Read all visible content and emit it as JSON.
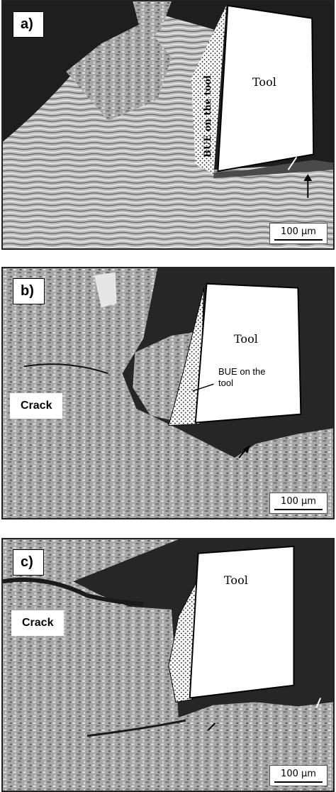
{
  "panels": [
    {
      "label": "a)",
      "tool_label": "Tool",
      "bue_label": "BUE on the tool",
      "scale_label": "100 µm"
    },
    {
      "label": "b)",
      "tool_label": "Tool",
      "bue_label": "BUE on the tool",
      "crack_label": "Crack",
      "scale_label": "100 µm"
    },
    {
      "label": "c)",
      "tool_label": "Tool",
      "crack_label": "Crack",
      "scale_label": "100 µm"
    }
  ],
  "colors": {
    "background_dark": "#2a2a2a",
    "material_gray": "#9a9a9a",
    "tool_fill": "#ffffff"
  }
}
